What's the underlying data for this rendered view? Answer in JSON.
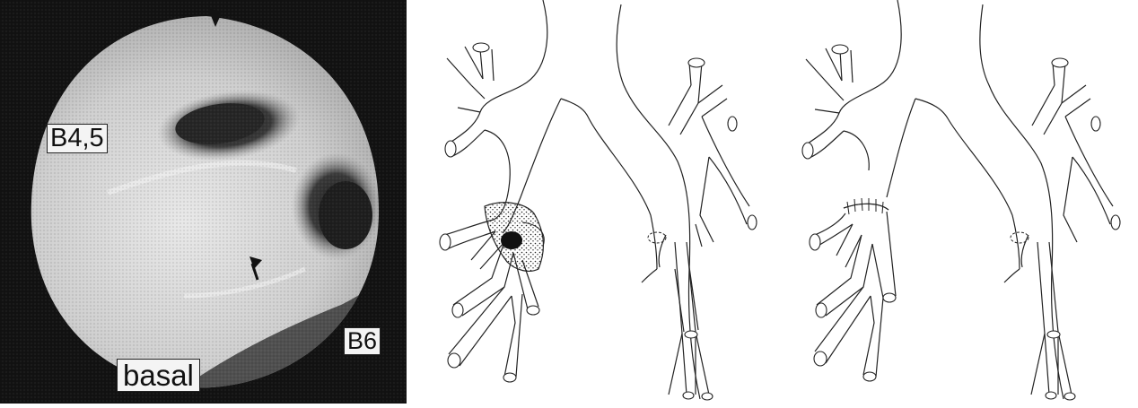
{
  "photo": {
    "labels": {
      "b45": "B4,5",
      "b6": "B6",
      "basal": "basal"
    },
    "colors": {
      "frame": "#0f0f0f",
      "lumen_light": "#d8d8d8",
      "lumen_dark": "#2a2a2a"
    }
  },
  "diagrams": {
    "before": {
      "lesion_pattern": "stippled",
      "lesion_core": "filled"
    },
    "after": {
      "suture_line": "cross-hatched"
    }
  }
}
